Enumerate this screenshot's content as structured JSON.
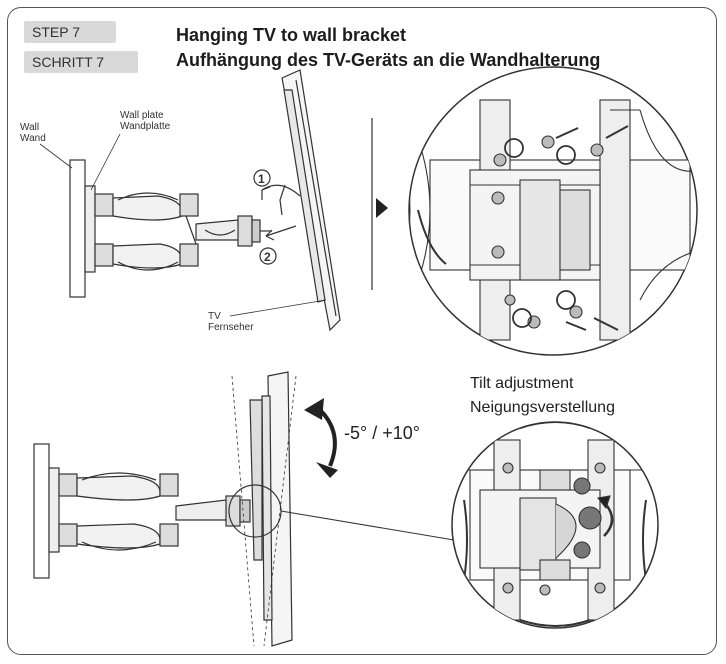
{
  "step": {
    "en": "STEP  7",
    "de": "SCHRITT 7"
  },
  "title": {
    "en": "Hanging TV to wall bracket",
    "de": "Aufhängung des TV-Geräts an die Wandhalterung"
  },
  "labels": {
    "wall_en": "Wall",
    "wall_de": "Wand",
    "wall_plate_en": "Wall plate",
    "wall_plate_de": "Wandplatte",
    "tv_en": "TV",
    "tv_de": "Fernseher",
    "step_one": "1",
    "step_two": "2",
    "tilt_en": "Tilt adjustment",
    "tilt_de": "Neigungsverstellung",
    "tilt_range": "-5° / +10°"
  },
  "colors": {
    "line": "#333333",
    "fill_light": "#eeeeee",
    "fill_mid": "#cfcfcf",
    "badge": "#d9d9d9",
    "knob": "#777777"
  }
}
